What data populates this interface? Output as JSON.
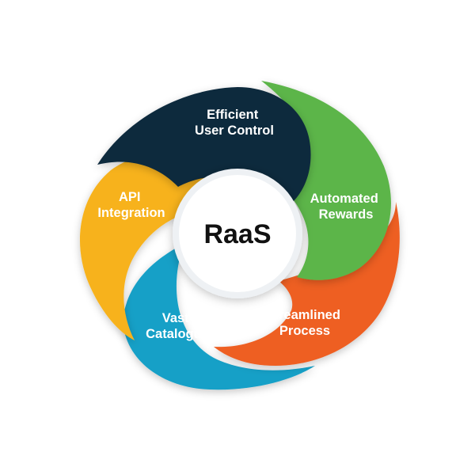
{
  "center": {
    "title": "RaaS"
  },
  "segments": [
    {
      "lines": [
        "Efficient",
        "User Control"
      ],
      "color": "#0e2a3e"
    },
    {
      "lines": [
        "Automated",
        "Rewards"
      ],
      "color": "#5cb54a"
    },
    {
      "lines": [
        "Streamlined",
        "Process"
      ],
      "color": "#ee5f23"
    },
    {
      "lines": [
        "Vast",
        "Catalogue"
      ],
      "color": "#14a0c7"
    },
    {
      "lines": [
        "API",
        "Integration"
      ],
      "color": "#f7b21e"
    }
  ]
}
